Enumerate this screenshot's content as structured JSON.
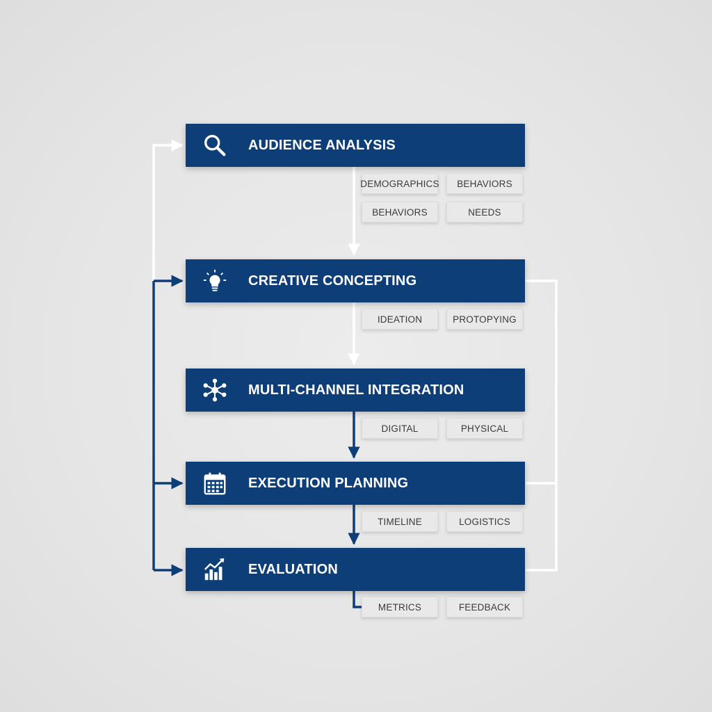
{
  "stages": [
    {
      "id": "audience",
      "title": "AUDIENCE ANALYSIS",
      "icon": "magnifier-icon",
      "tags": [
        "DEMOGRAPHICS",
        "BEHAVIORS",
        "BEHAVIORS",
        "NEEDS"
      ]
    },
    {
      "id": "creative",
      "title": "CREATIVE CONCEPTING",
      "icon": "lightbulb-icon",
      "tags": [
        "IDEATION",
        "PROTOPYING"
      ]
    },
    {
      "id": "multichannel",
      "title": "MULTI-CHANNEL INTEGRATION",
      "icon": "network-icon",
      "tags": [
        "DIGITAL",
        "PHYSICAL"
      ]
    },
    {
      "id": "execution",
      "title": "EXECUTION PLANNING",
      "icon": "calendar-icon",
      "tags": [
        "TIMELINE",
        "LOGISTICS"
      ]
    },
    {
      "id": "evaluation",
      "title": "EVALUATION",
      "icon": "growth-chart-icon",
      "tags": [
        "METRICS",
        "FEEDBACK"
      ]
    }
  ],
  "colors": {
    "stage_fill": "#0e3e78",
    "connector_dark": "#0e3e78",
    "connector_light": "#ffffff",
    "chip_fill": "#e9e9e9",
    "background": "#e6e6e6"
  }
}
